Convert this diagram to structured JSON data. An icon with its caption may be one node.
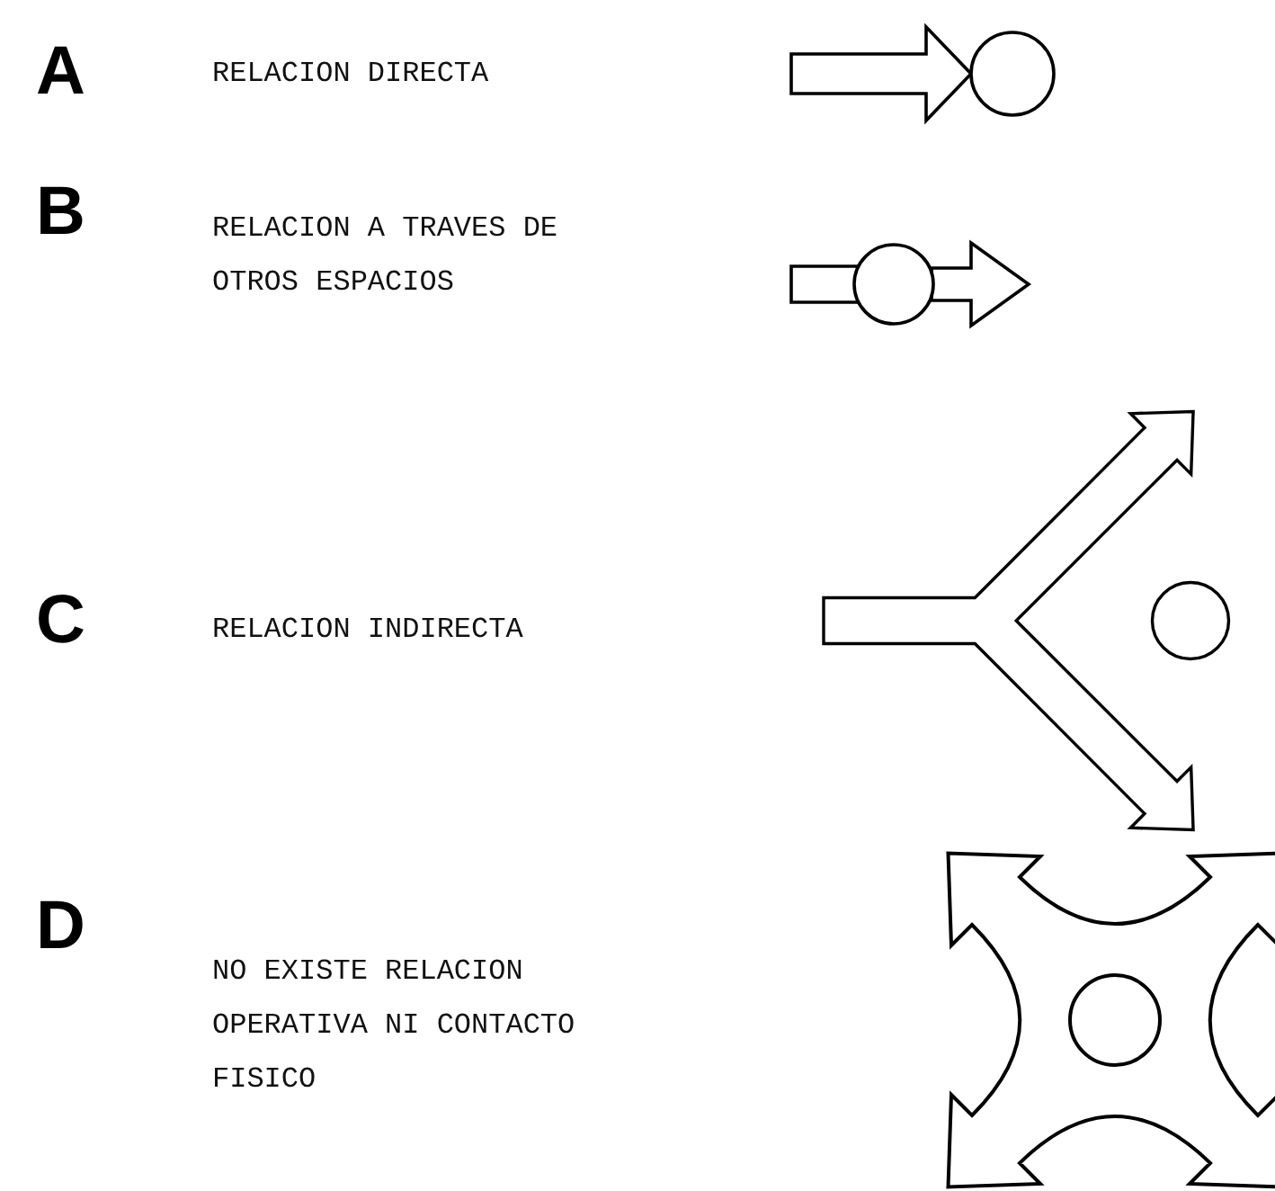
{
  "diagram": {
    "labels": [
      "A",
      "RELACION DIRECTA",
      "B",
      "RELACION A TRAVES DE OTROS ESPACIOS",
      "C",
      "RELACION INDIRECTA",
      "D",
      "NO EXISTE RELACION OPERATIVA NI CONTACTO FISICO"
    ]
  }
}
